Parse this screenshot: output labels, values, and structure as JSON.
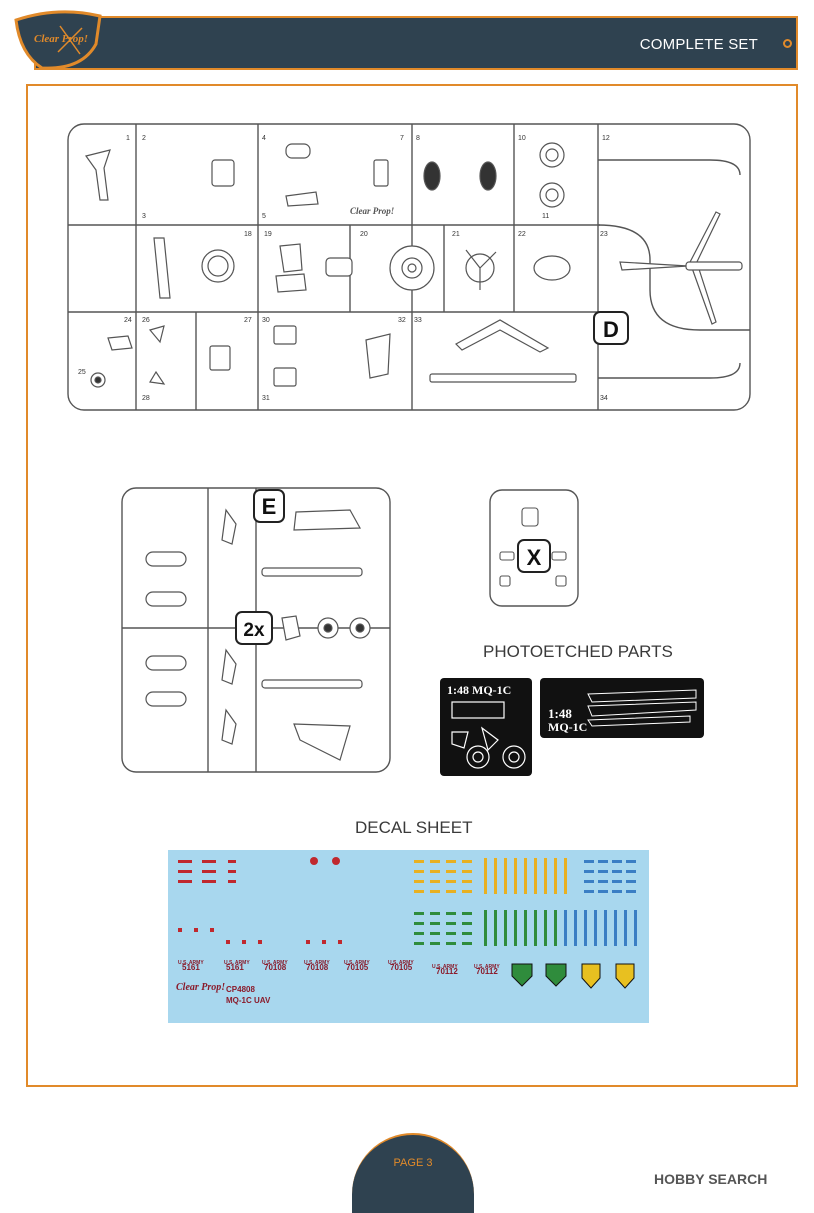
{
  "header": {
    "title": "COMPLETE SET",
    "brand": "Clear Prop!"
  },
  "sprues": {
    "d": {
      "letter": "D"
    },
    "e": {
      "letter": "E",
      "multiplier": "2x"
    },
    "x": {
      "letter": "X"
    }
  },
  "photoetched": {
    "heading": "PHOTOETCHED PARTS",
    "fret1_title": "1:48 MQ-1C",
    "fret2_scale": "1:48",
    "fret2_model": "MQ-1C"
  },
  "decals": {
    "heading": "DECAL SHEET",
    "code": "CP4808",
    "model": "MQ-1C UAV",
    "serials": [
      "5161",
      "5161",
      "70108",
      "70108",
      "70105",
      "70105",
      "70112",
      "70112"
    ],
    "army_label": "U.S. ARMY"
  },
  "footer": {
    "page": "PAGE 3",
    "watermark": "HOBBY SEARCH"
  },
  "colors": {
    "accent": "#e18a2a",
    "header_bg": "#2f4250",
    "decal_bg": "#a8d7ee"
  }
}
